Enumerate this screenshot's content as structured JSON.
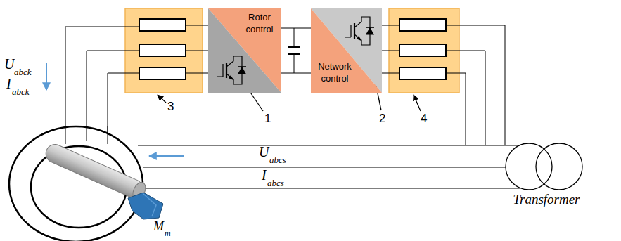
{
  "diagram": {
    "nodes": [
      {
        "text": [
          "Rotor control"
        ]
      },
      {
        "text": [
          "Network control"
        ]
      },
      {
        "text": [
          "Transformer"
        ]
      }
    ],
    "edges": [
      {
        "from": 0,
        "to": 1,
        "arrow": "none"
      }
    ],
    "labels": [
      "U",
      "abck",
      "I",
      "abck",
      "3",
      "1",
      "2",
      "4",
      "U",
      "abcs",
      "I",
      "abcs",
      "M",
      "m"
    ]
  }
}
